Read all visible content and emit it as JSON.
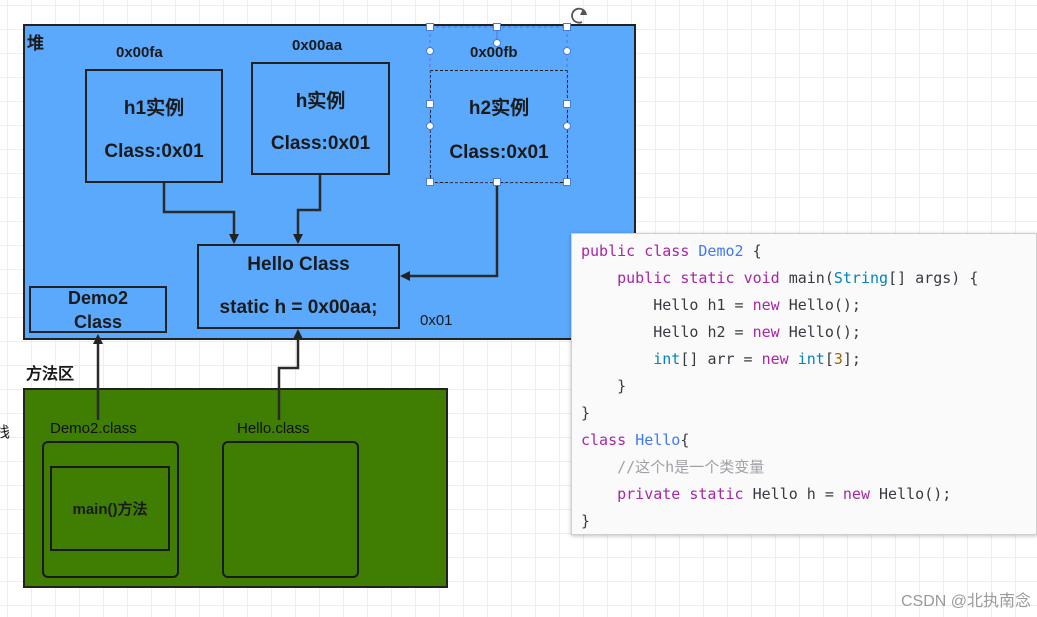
{
  "heap": {
    "label": "堆",
    "h1_addr": "0x00fa",
    "h_addr": "0x00aa",
    "h2_addr": "0x00fb",
    "h1_title": "h1实例",
    "h_title": "h实例",
    "h2_title": "h2实例",
    "h1_class": "Class:0x01",
    "h_class": "Class:0x01",
    "h2_class": "Class:0x01",
    "hello_class_title": "Hello Class",
    "hello_class_field": "static h = 0x00aa;",
    "hello_class_addr": "0x01",
    "demo2_class_line1": "Demo2",
    "demo2_class_line2": "Class"
  },
  "method_area": {
    "label": "方法区",
    "demo2_class_label": "Demo2.class",
    "hello_class_label": "Hello.class",
    "main_method": "main()方法"
  },
  "stack_label_partial": "栈",
  "code": {
    "lines": [
      "public class Demo2 {",
      "    public static void main(String[] args) {",
      "        Hello h1 = new Hello();",
      "        Hello h2 = new Hello();",
      "        int[] arr = new int[3];",
      "    }",
      "}",
      "class Hello{",
      "    //这个h是一个类变量",
      "    private static Hello h = new Hello();",
      "}"
    ]
  },
  "watermark": "CSDN @北执南念",
  "colors": {
    "heap_bg": "#5aa9fd",
    "method_area_bg": "#3f7d03",
    "keyword": "#a626a4",
    "type": "#0184bc",
    "class_name": "#4078f2",
    "comment": "#a0a1a7"
  }
}
